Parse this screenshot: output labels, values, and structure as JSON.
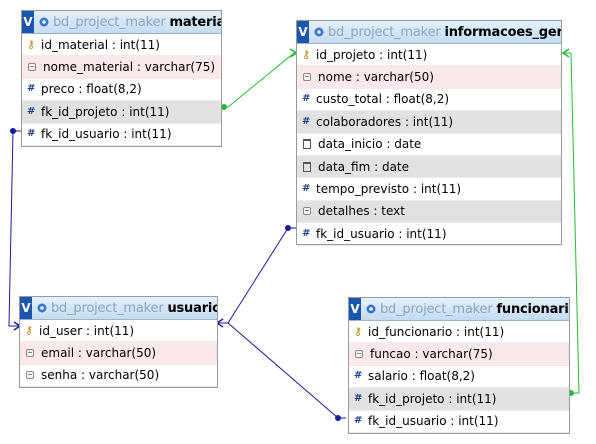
{
  "colors": {
    "green_link": "#22bb33",
    "blue_link": "#1a1aa0"
  },
  "tables": {
    "materiais": {
      "badge": "V",
      "database": "bd_project_maker",
      "name": "materiais",
      "fields": [
        {
          "icon": "key-icon",
          "text": "id_material : int(11)"
        },
        {
          "icon": "text-icon",
          "text": "nome_material : varchar(75)"
        },
        {
          "icon": "hash-icon",
          "text": "preco : float(8,2)"
        },
        {
          "icon": "hash-icon",
          "text": "fk_id_projeto : int(11)"
        },
        {
          "icon": "hash-icon",
          "text": "fk_id_usuario : int(11)"
        }
      ]
    },
    "informacoes_gerais": {
      "badge": "V",
      "database": "bd_project_maker",
      "name": "informacoes_gerais",
      "fields": [
        {
          "icon": "key-icon",
          "text": "id_projeto : int(11)"
        },
        {
          "icon": "text-icon",
          "text": "nome : varchar(50)"
        },
        {
          "icon": "hash-icon",
          "text": "custo_total : float(8,2)"
        },
        {
          "icon": "hash-icon",
          "text": "colaboradores : int(11)"
        },
        {
          "icon": "calendar-icon",
          "text": "data_inicio : date"
        },
        {
          "icon": "calendar-icon",
          "text": "data_fim : date"
        },
        {
          "icon": "hash-icon",
          "text": "tempo_previsto : int(11)"
        },
        {
          "icon": "text-icon",
          "text": "detalhes : text"
        },
        {
          "icon": "hash-icon",
          "text": "fk_id_usuario : int(11)"
        }
      ]
    },
    "usuarios": {
      "badge": "V",
      "database": "bd_project_maker",
      "name": "usuarios",
      "fields": [
        {
          "icon": "key-icon",
          "text": "id_user : int(11)"
        },
        {
          "icon": "text-icon",
          "text": "email : varchar(50)"
        },
        {
          "icon": "text-icon",
          "text": "senha : varchar(50)"
        }
      ]
    },
    "funcionarios": {
      "badge": "V",
      "database": "bd_project_maker",
      "name": "funcionarios",
      "fields": [
        {
          "icon": "key-icon",
          "text": "id_funcionario : int(11)"
        },
        {
          "icon": "text-icon",
          "text": "funcao : varchar(75)"
        },
        {
          "icon": "hash-icon",
          "text": "salario : float(8,2)"
        },
        {
          "icon": "hash-icon",
          "text": "fk_id_projeto : int(11)"
        },
        {
          "icon": "hash-icon",
          "text": "fk_id_usuario : int(11)"
        }
      ]
    }
  }
}
